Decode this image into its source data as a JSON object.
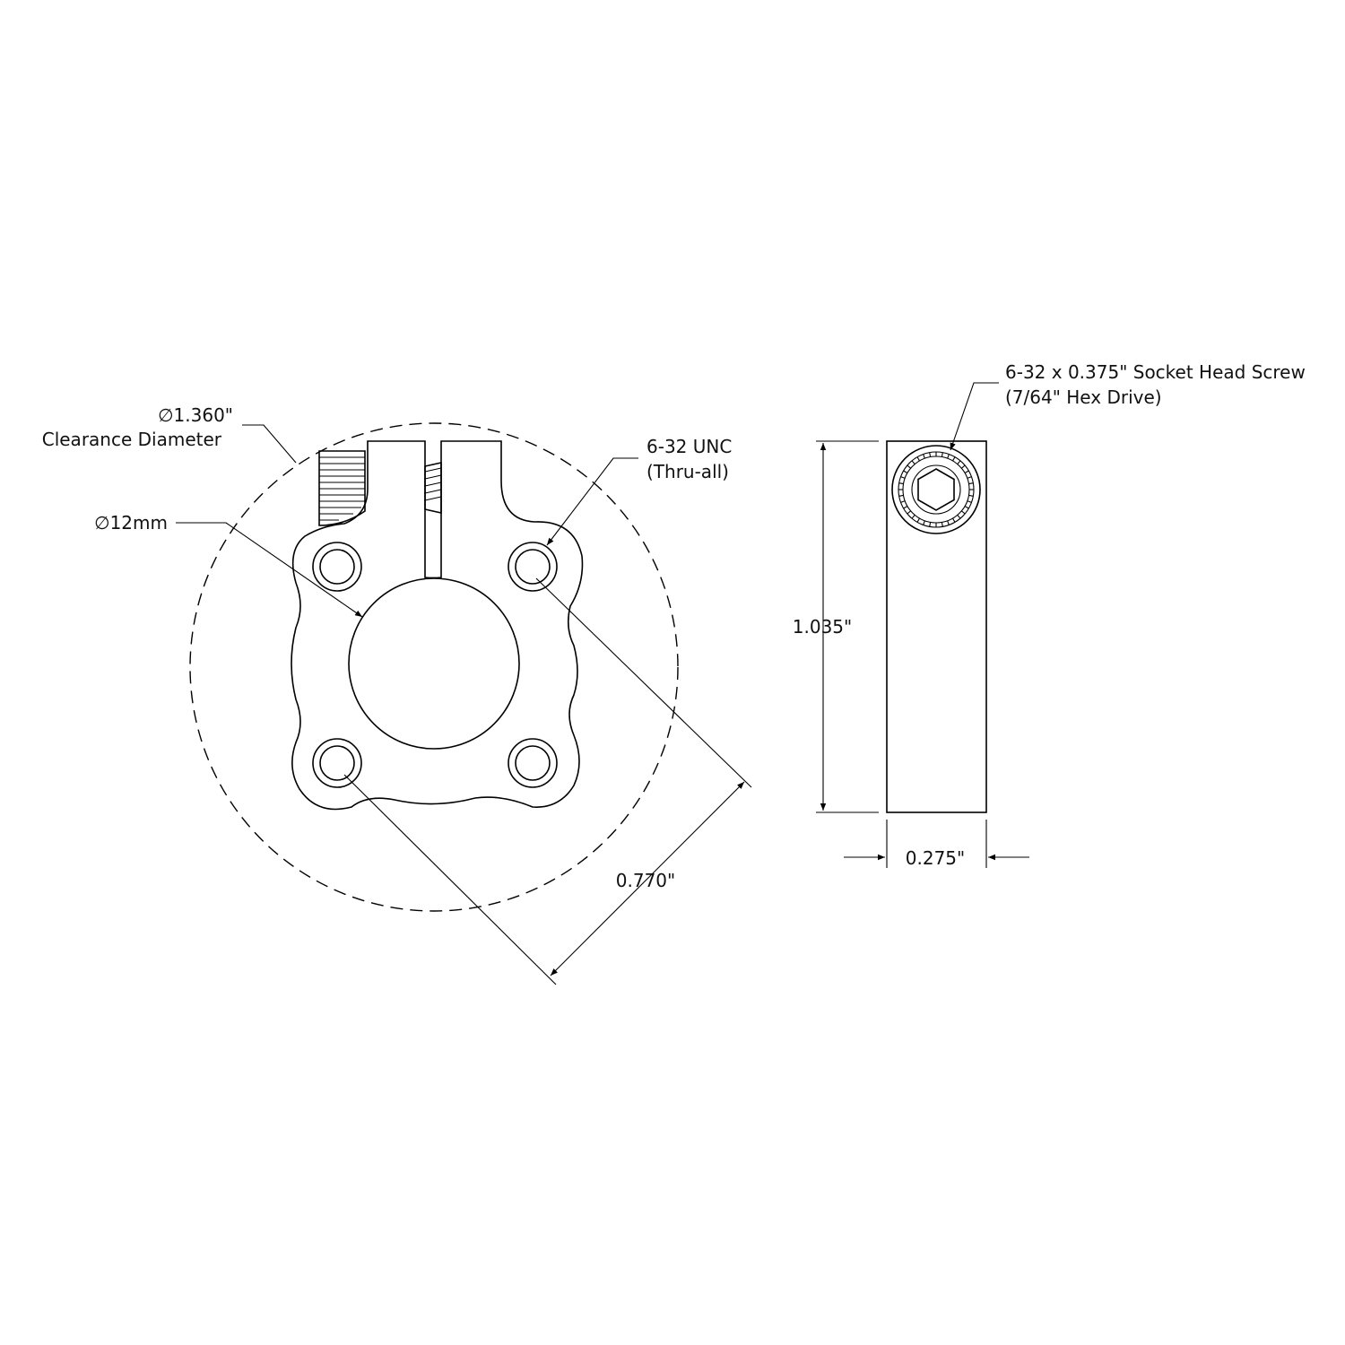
{
  "labels": {
    "clearance_diameter_value": "∅1.360\"",
    "clearance_diameter_text": "Clearance Diameter",
    "bore_diameter": "∅12mm",
    "thread_spec": "6-32 UNC",
    "thread_note": "(Thru-all)",
    "bolt_spacing": "0.770\"",
    "screw_spec": "6-32 x 0.375\" Socket Head Screw",
    "screw_drive": "(7/64\" Hex Drive)",
    "height": "1.035\"",
    "thickness": "0.275\""
  }
}
